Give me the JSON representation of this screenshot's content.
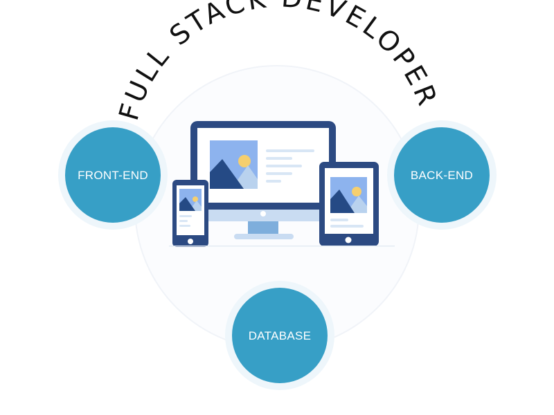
{
  "title": "FULL STACK DEVELOPER",
  "nodes": {
    "front_end": "FRONT-END",
    "back_end": "BACK-END",
    "database": "DATABASE"
  },
  "colors": {
    "node_fill": "#379fc6",
    "node_halo": "#eef6fb",
    "device_dark": "#2c4a82",
    "device_light": "#c9dcf2",
    "sky": "#8db3ee",
    "sun": "#f6cf6e",
    "mountain_dark": "#254a85",
    "mountain_light": "#b9d2ee",
    "placeholder_line": "#d8e6f5",
    "title": "#111111"
  },
  "icons": [
    "desktop-monitor-icon",
    "smartphone-icon",
    "tablet-icon",
    "image-placeholder-icon"
  ]
}
